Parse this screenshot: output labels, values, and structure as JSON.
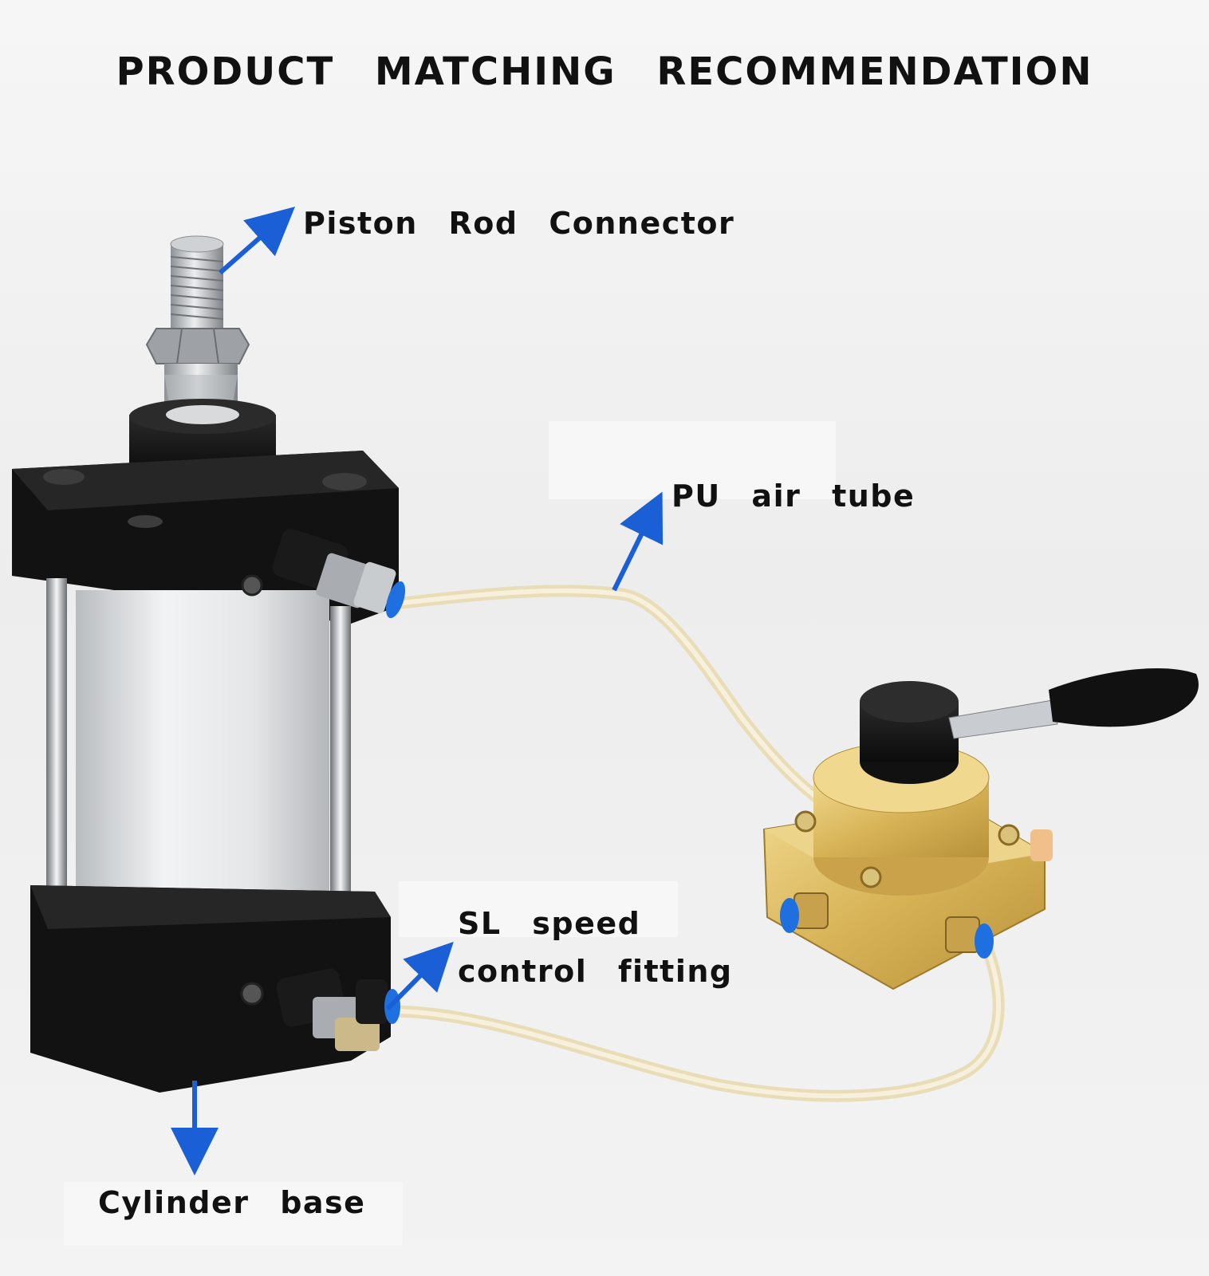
{
  "heading": "PRODUCT MATCHING RECOMMENDATION",
  "callouts": {
    "piston_rod_connector": "Piston Rod Connector",
    "pu_air_tube": "PU air tube",
    "sl_fitting_line1": "SL speed",
    "sl_fitting_line2": "control fitting",
    "cylinder_base": "Cylinder base"
  },
  "colors": {
    "arrow": "#1a5fd6",
    "cylinder_black": "#161616",
    "barrel_silver": "#dcdee0",
    "brass": "#d9b75a",
    "tube": "#f1e7c9",
    "fitting_blue": "#1e6fe0"
  }
}
